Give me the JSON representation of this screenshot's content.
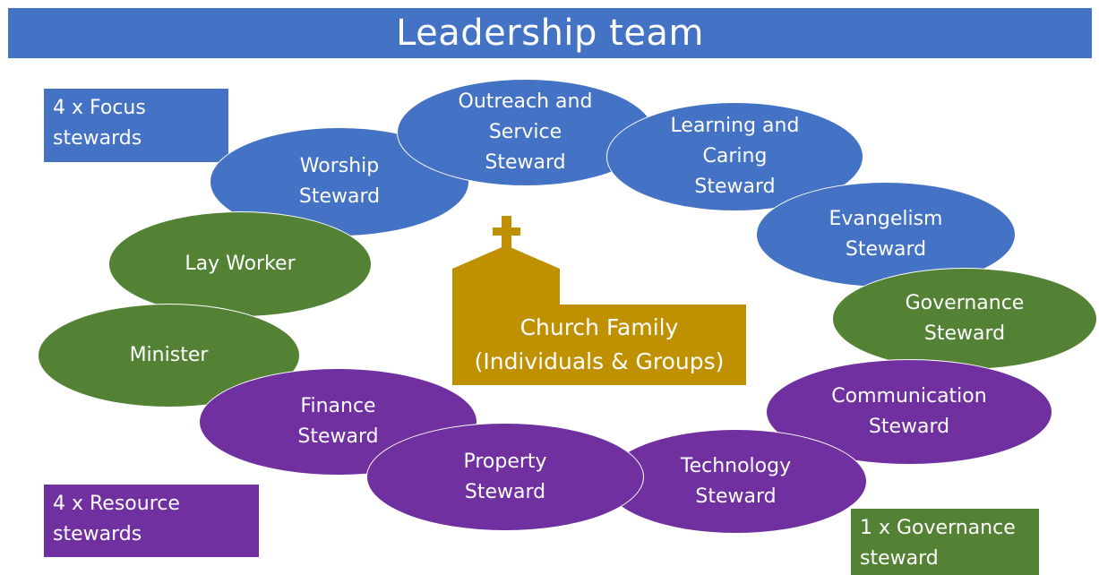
{
  "title": "Leadership team",
  "colors": {
    "focus": "#4472c4",
    "governance": "#548235",
    "resource": "#7030a0",
    "church": "#bf9000"
  },
  "legend": {
    "focus": [
      "4 x Focus",
      "stewards"
    ],
    "resource": [
      "4 x Resource",
      "stewards"
    ],
    "governance": [
      "1 x Governance",
      "steward"
    ]
  },
  "center": {
    "icon": "church-icon",
    "lines": [
      "Church Family",
      "(Individuals & Groups)"
    ]
  },
  "roles": {
    "outreach": [
      "Outreach and",
      "Service",
      "Steward"
    ],
    "learning": [
      "Learning and",
      "Caring",
      "Steward"
    ],
    "worship": [
      "Worship",
      "Steward"
    ],
    "evangelism": [
      "Evangelism",
      "Steward"
    ],
    "lay_worker": [
      "Lay Worker"
    ],
    "governance": [
      "Governance",
      "Steward"
    ],
    "minister": [
      "Minister"
    ],
    "communication": [
      "Communication",
      "Steward"
    ],
    "finance": [
      "Finance",
      "Steward"
    ],
    "technology": [
      "Technology",
      "Steward"
    ],
    "property": [
      "Property",
      "Steward"
    ]
  }
}
